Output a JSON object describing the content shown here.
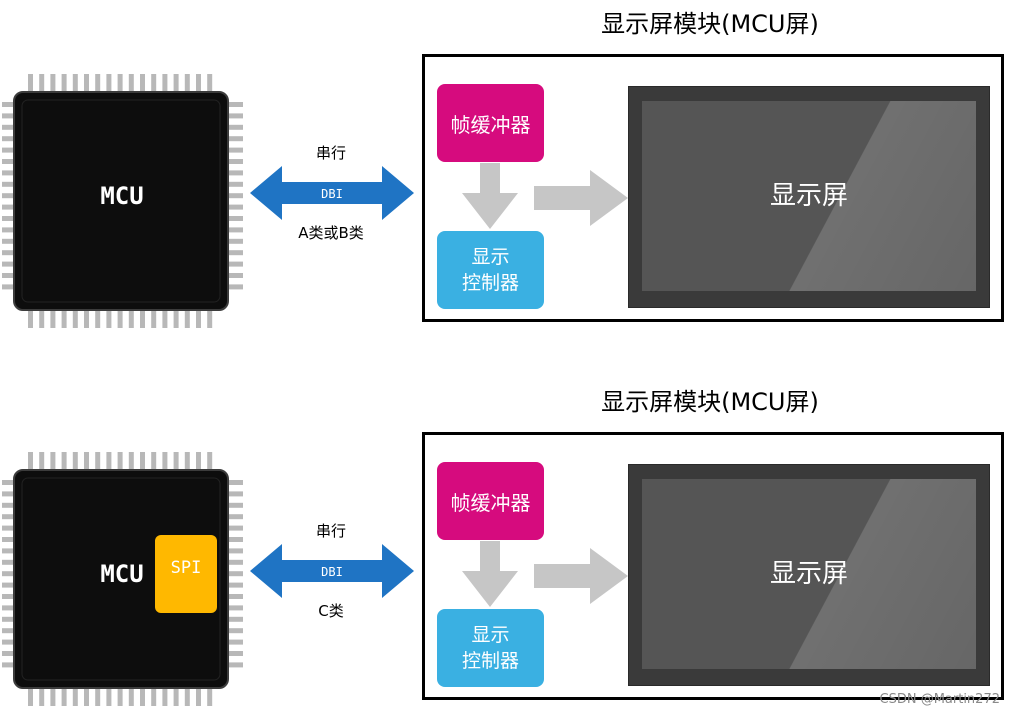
{
  "colors": {
    "chip_body": "#0d0d0d",
    "chip_pins": "#b8b8b8",
    "spi_block": "#ffb800",
    "frame_buffer_block": "#d60b7e",
    "controller_block": "#3ab0e2",
    "connector_arrow": "#1f74c4",
    "flow_arrow": "#c6c6c6",
    "screen_bezel": "#3a3a3a",
    "screen_panel": "#555555"
  },
  "panels": [
    {
      "mcu_label": "MCU",
      "spi_label": "",
      "connector": {
        "top_label": "串行",
        "arrow_label": "DBI",
        "bottom_label": "A类或B类"
      },
      "module": {
        "title": "显示屏模块(MCU屏)",
        "frame_buffer": "帧缓冲器",
        "controller_line1": "显示",
        "controller_line2": "控制器",
        "screen": "显示屏"
      }
    },
    {
      "mcu_label": "MCU",
      "spi_label": "SPI",
      "connector": {
        "top_label": "串行",
        "arrow_label": "DBI",
        "bottom_label": "C类"
      },
      "module": {
        "title": "显示屏模块(MCU屏)",
        "frame_buffer": "帧缓冲器",
        "controller_line1": "显示",
        "controller_line2": "控制器",
        "screen": "显示屏"
      }
    }
  ],
  "watermark": "CSDN @Martin272"
}
